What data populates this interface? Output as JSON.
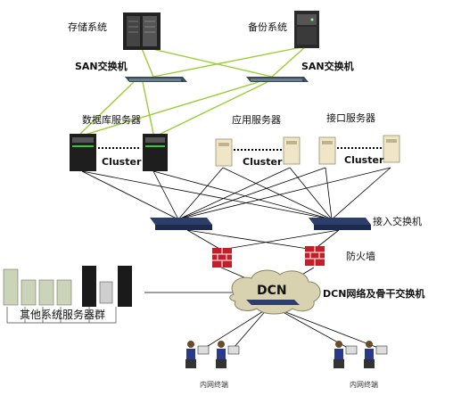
{
  "labels": {
    "storage": "存储系统",
    "backup": "备份系统",
    "san_left": "SAN交换机",
    "san_right": "SAN交换机",
    "db_servers": "数据库服务器",
    "app_servers": "应用服务器",
    "iface_servers": "接口服务器",
    "cluster_db": "Cluster",
    "cluster_app": "Cluster",
    "cluster_iface": "Cluster",
    "access_switch": "接入交换机",
    "firewall": "防火墙",
    "dcn_cloud": "DCN",
    "dcn_network": "DCN网络及骨干交换机",
    "other_servers": "其他系统服务器群",
    "terminal_left": "内网终端",
    "terminal_right": "内网终端"
  },
  "colors": {
    "san_link": "#9acd32",
    "lan_link": "#000000",
    "firewall_red": "#c0202a",
    "cloud_fill": "#d9d2b0"
  }
}
